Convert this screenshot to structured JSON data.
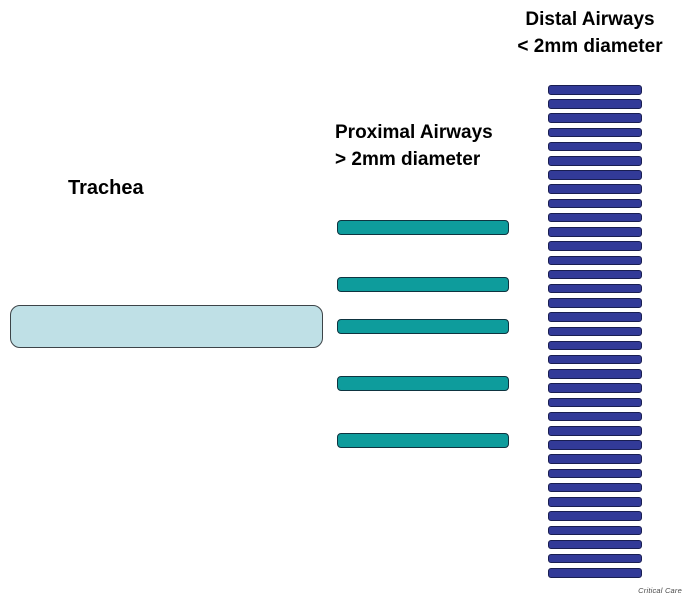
{
  "diagram": {
    "labels": {
      "trachea": "Trachea",
      "proximal_line1": "Proximal Airways",
      "proximal_line2": "> 2mm diameter",
      "distal_line1": "Distal Airways",
      "distal_line2": "< 2mm diameter",
      "credit": "Critical Care"
    },
    "trachea": {
      "count": 1
    },
    "proximal_airways": {
      "count": 5
    },
    "distal_airways": {
      "count": 35
    },
    "colors": {
      "background": "#ffffff",
      "trachea_fill": "#bfe0e6",
      "trachea_border": "#3d4448",
      "proximal_fill": "#0e9c9c",
      "proximal_border": "#0e3440",
      "distal_fill": "#323a98",
      "distal_border": "#191e52",
      "text": "#000000",
      "credit_text": "#4a4a4a"
    }
  }
}
